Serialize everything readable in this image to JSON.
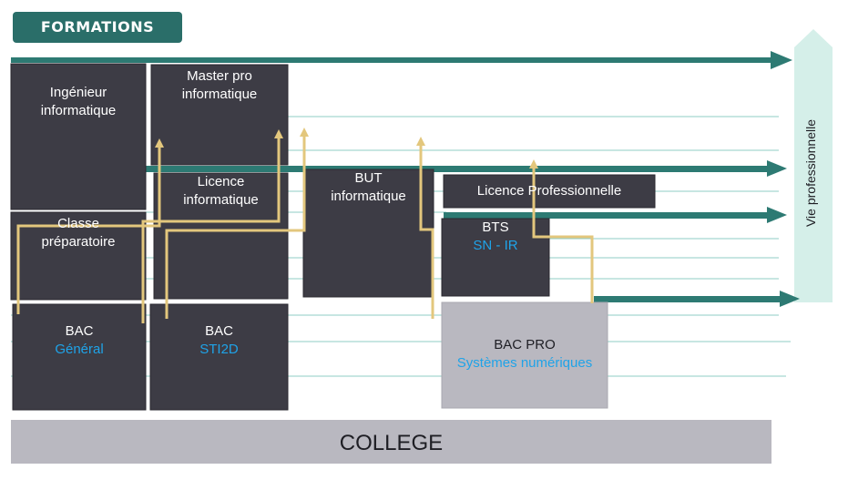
{
  "header": {
    "label": "FORMATIONS"
  },
  "boxes": {
    "ingenieur": {
      "line1": "Ingénieur",
      "line2": "informatique"
    },
    "classe_prepa": {
      "line1": "Classe",
      "line2": "préparatoire"
    },
    "bac_general": {
      "title": "BAC",
      "subtitle": "Général"
    },
    "master": {
      "line1": "Master pro",
      "line2": "informatique"
    },
    "licence": {
      "line1": "Licence",
      "line2": "informatique"
    },
    "bac_sti2d": {
      "title": "BAC",
      "subtitle": "STI2D"
    },
    "but": {
      "line1": "BUT",
      "line2": "informatique"
    },
    "licence_pro": {
      "label": "Licence Professionnelle"
    },
    "bts": {
      "title": "BTS",
      "subtitle": "SN - IR"
    },
    "bac_pro": {
      "title": "BAC PRO",
      "subtitle": "Systèmes numériques"
    }
  },
  "college": {
    "label": "COLLEGE"
  },
  "vie_pro": {
    "label": "Vie professionnelle"
  },
  "colors": {
    "box": "#3d3c45",
    "bac_pro_box": "#b9b8c0",
    "accent": "#1fa3e8",
    "arrow": "#2d7a73",
    "path": "#e3c77d",
    "vie_pro_bg": "#d5efe9"
  }
}
